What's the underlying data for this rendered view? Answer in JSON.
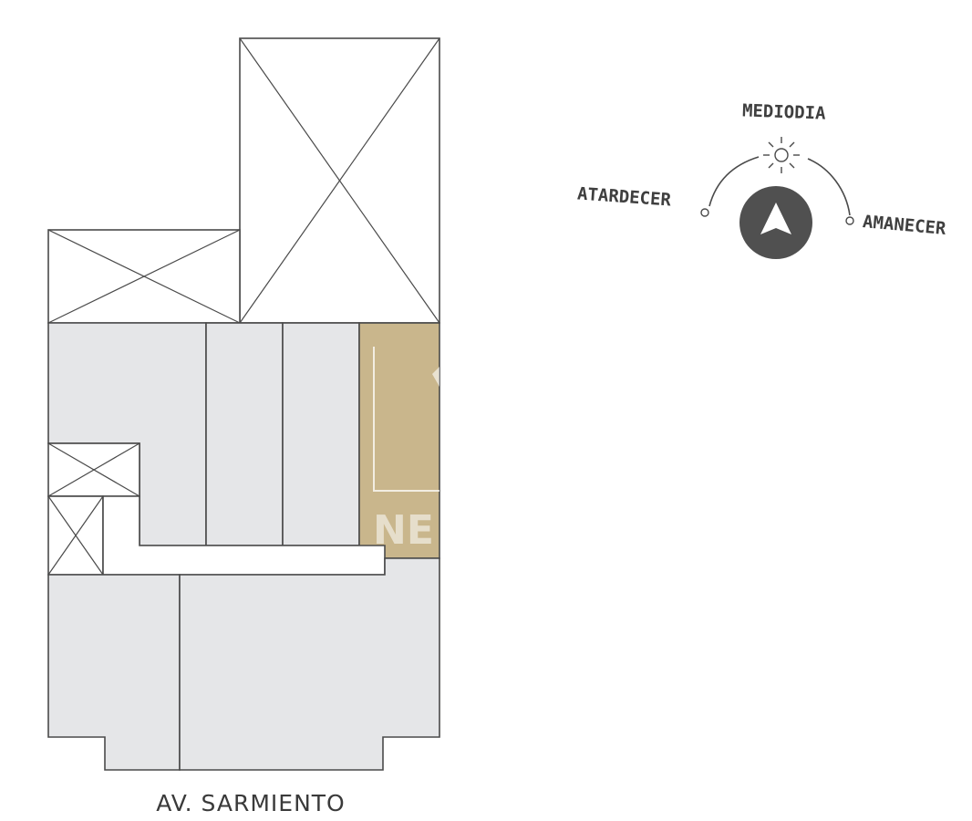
{
  "street": {
    "label": "AV. SARMIENTO"
  },
  "compass": {
    "noon_label": "MEDIODIA",
    "sunset_label": "ATARDECER",
    "sunrise_label": "AMANECER",
    "north_icon": "north-arrow-icon",
    "sun_icon": "sun-icon"
  },
  "colors": {
    "unit_fill": "#e5e6e8",
    "highlight_fill": "#c9b68c",
    "outline": "#4a4a4a",
    "compass_disc": "#505050"
  }
}
